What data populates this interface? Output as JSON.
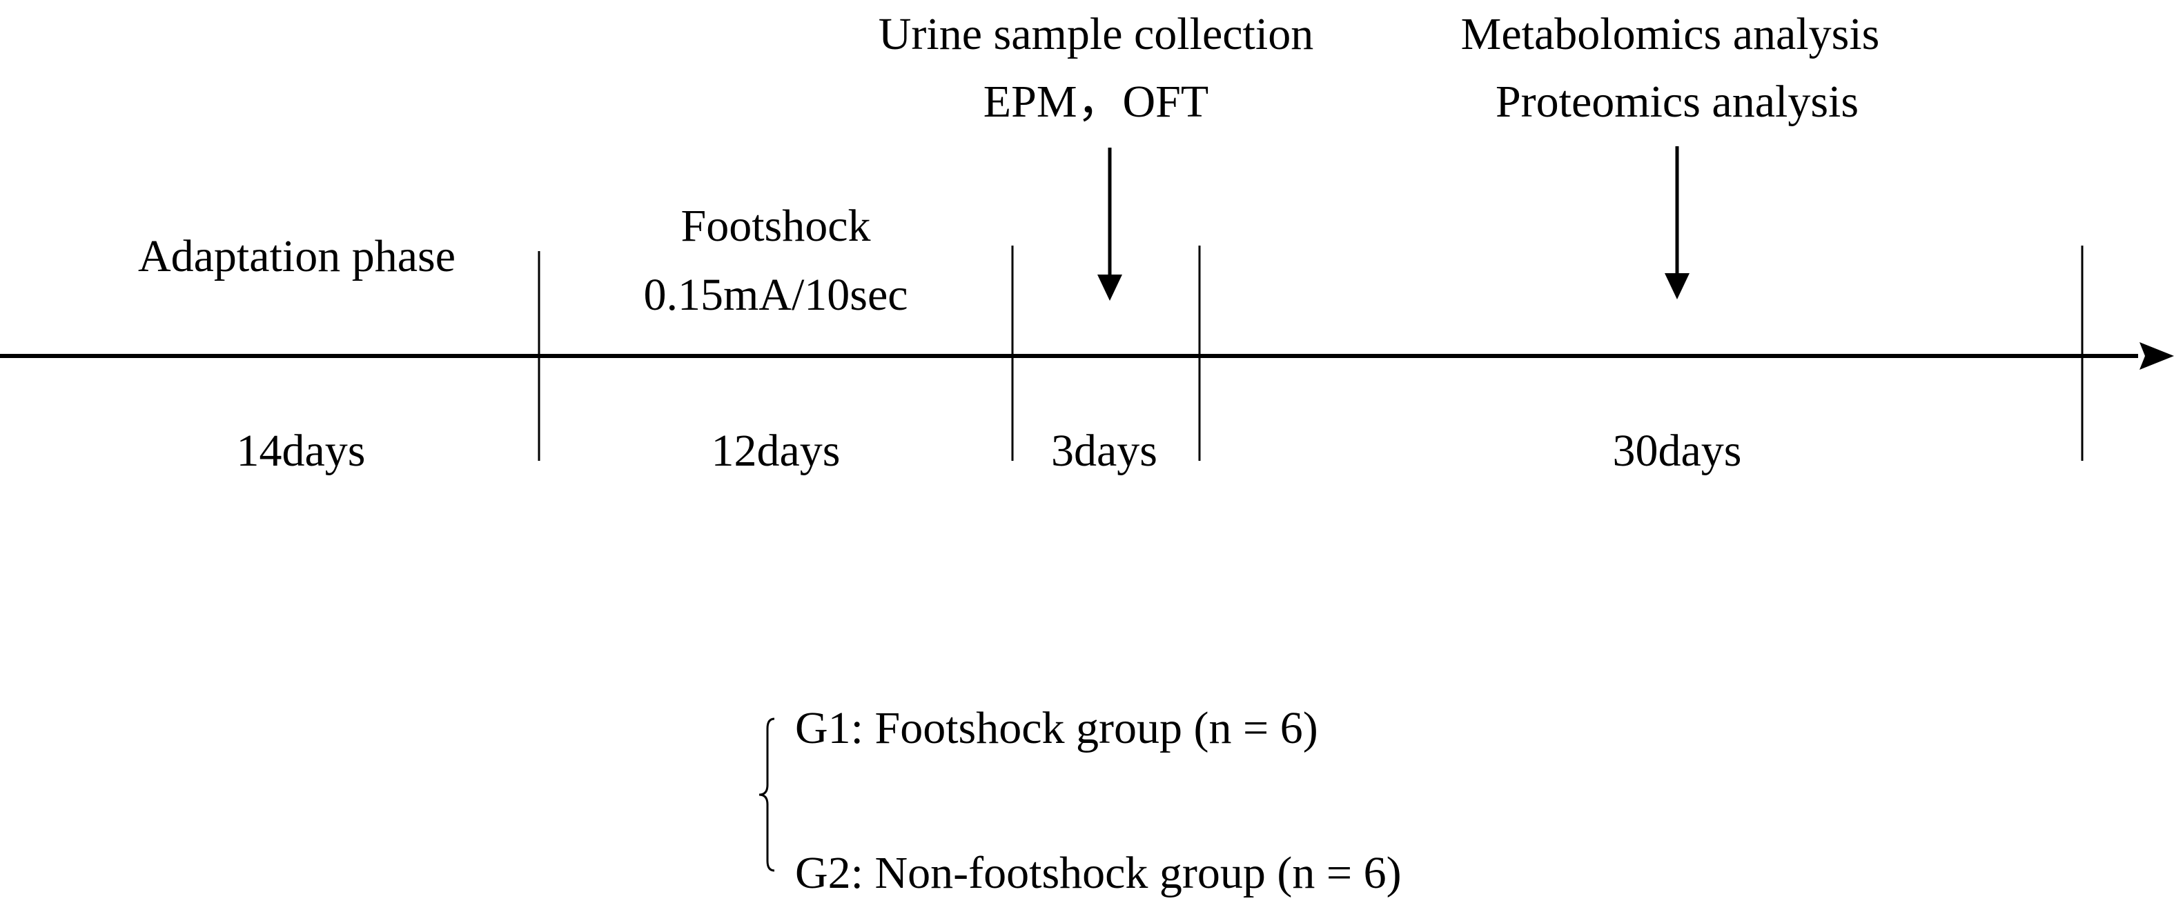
{
  "phases": [
    {
      "label_lines": [
        "Adaptation phase"
      ],
      "duration": "14days"
    },
    {
      "label_lines": [
        "Footshock",
        "0.15mA/10sec"
      ],
      "duration": "12days"
    },
    {
      "label_lines": [],
      "duration": "3days"
    },
    {
      "label_lines": [],
      "duration": "30days"
    }
  ],
  "events": [
    {
      "label_lines": [
        "Urine sample collection",
        "EPM，OFT"
      ]
    },
    {
      "label_lines": [
        "Metabolomics analysis",
        "Proteomics analysis"
      ]
    }
  ],
  "groups": [
    {
      "label": "G1: Footshock group (n = 6)"
    },
    {
      "label": "G2: Non-footshock group (n = 6)"
    }
  ],
  "colors": {
    "line": "#000000",
    "text": "#000000",
    "background": "#ffffff"
  }
}
